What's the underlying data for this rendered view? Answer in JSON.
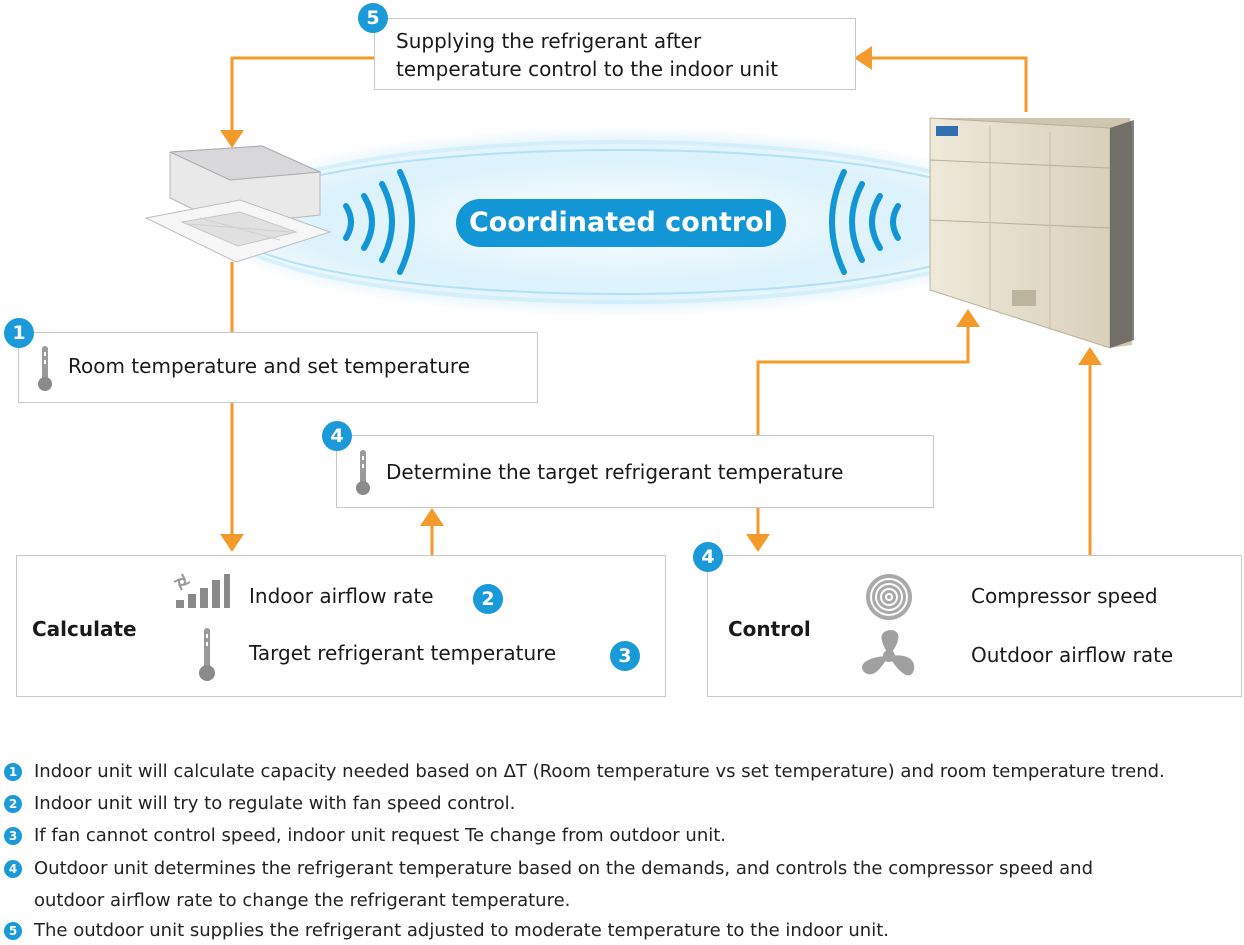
{
  "colors": {
    "arrow": "#f39a2b",
    "accent": "#1a9ad9",
    "glow": "#bfe6f8"
  },
  "step5": {
    "badge": "5",
    "line1": "Supplying the refrigerant after",
    "line2": "temperature control to the indoor unit"
  },
  "center": {
    "label": "Coordinated control"
  },
  "step1": {
    "badge": "1",
    "label": "Room temperature and set temperature"
  },
  "step4_target": {
    "badge": "4",
    "label": "Determine the target refrigerant temperature"
  },
  "calculate": {
    "title": "Calculate",
    "airflow_label": "Indoor airflow rate",
    "airflow_badge": "2",
    "target_label": "Target refrigerant temperature",
    "target_badge": "3"
  },
  "control": {
    "badge": "4",
    "title": "Control",
    "compressor_label": "Compressor speed",
    "outdoor_label": "Outdoor airflow rate"
  },
  "icons": {
    "thermometer": "thermometer-icon",
    "fan_bars": "fan-airflow-icon",
    "compressor": "compressor-spiral-icon",
    "fan": "fan-blade-icon",
    "indoor_unit": "cassette-indoor-unit",
    "outdoor_unit": "outdoor-unit"
  },
  "notes": [
    {
      "num": "1",
      "text": "Indoor unit will calculate capacity needed based on ΔT (Room temperature vs set temperature) and room temperature trend."
    },
    {
      "num": "2",
      "text": "Indoor unit will try to regulate with fan speed control."
    },
    {
      "num": "3",
      "text": "If fan cannot control speed, indoor unit request Te change from outdoor unit."
    },
    {
      "num": "4",
      "text": "Outdoor unit determines the refrigerant temperature based on the demands, and controls the compressor speed and",
      "cont": "outdoor airflow rate to change the refrigerant temperature."
    },
    {
      "num": "5",
      "text": "The outdoor unit supplies the refrigerant adjusted to moderate temperature to the indoor unit."
    }
  ]
}
